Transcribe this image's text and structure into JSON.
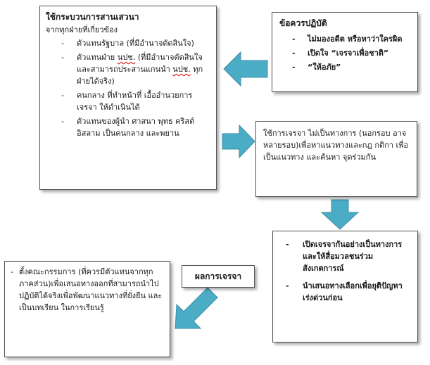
{
  "main_box": {
    "title": "ใช้กระบวนการสานเสวนา",
    "subtitle": "จากทุกฝ่ายที่เกี่ยวข้อง",
    "items": [
      {
        "text": "ตัวแทนรัฐบาล (ที่มีอำนาจตัดสินใจ)"
      },
      {
        "text_before": "ตัวแทนฝ่าย ",
        "marked": "นปช.",
        "text_middle": " (ที่มีอำนาจตัดสินใจ และสามารถประสานแกนนำ ",
        "marked2": "นปช.",
        "text_after": " ทุกฝ่ายได้จริง)"
      },
      {
        "text": "คนกลาง ที่ทำหน้าที่ เอื้ออำนวยการเจรจา ให้ดำเนินได้"
      },
      {
        "text": "ตัวแทนของผู้นำ ศาสนา พุทธ คริสต์ อิสลาม เป็นคนกลาง และพยาน"
      }
    ]
  },
  "practice_box": {
    "title": "ข้อควรปฏิบัติ",
    "items": [
      "ไม่มองอดีต หรือหาว่าใครผิด",
      "เปิดใจ “เจรจาเพื่อชาติ”",
      "“ให้อภัย”"
    ]
  },
  "negotiation_box": {
    "text": "ใช้การเจรจา ไม่เป็นทางการ (นอกรอบ อาจหลายรอบ)เพื่อหาแนวทางและกฎ กติกา เพื่อเป็นแนวทาง และค้นหา จุดร่วมกัน"
  },
  "forum_box": {
    "items": [
      "เปิดเจรจากันอย่างเป็นทางการและให้สื่อมวลชนร่วมสังเกตการณ์",
      "นำเสนอทางเลือกเพื่อยุติปัญหาเร่งด่วนก่อน"
    ]
  },
  "result_label": {
    "text": "ผลการเจรจา"
  },
  "result_box": {
    "items": [
      "ตั้งคณะกรรมการ (ที่ควรมีตัวแทนจากทุกภาคส่วน)เพื่อเสนอทางออกที่สามารถนำไปปฏิบัติได้จริงเพื่อพัฒนาแนวทางที่ยั่งยืน และเป็นบทเรียน ในการเรียนรู้"
    ]
  },
  "colors": {
    "arrow_fill": "#4bacc6",
    "arrow_stroke": "#3c8ea5",
    "box_border": "#555555"
  }
}
